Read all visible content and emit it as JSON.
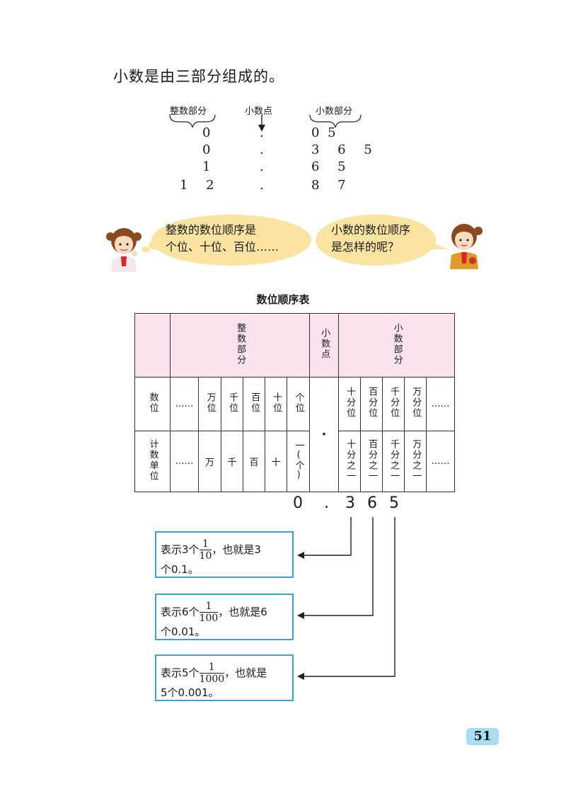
{
  "intro": "小数是由三部分组成的。",
  "anatomy": {
    "integer_label": "整数部分",
    "point_label": "小数点",
    "fraction_label": "小数部分",
    "rows": [
      {
        "int": "0",
        "pt": ".",
        "frac": "0 5"
      },
      {
        "int": "0",
        "pt": ".",
        "frac": "3 6 5"
      },
      {
        "int": "1",
        "pt": ".",
        "frac": "6 5"
      },
      {
        "int": "1 2",
        "pt": ".",
        "frac": "8 7"
      }
    ]
  },
  "bubbles": {
    "left": [
      "整数的数位顺序是",
      "个位、十位、百位……"
    ],
    "right": [
      "小数的数位顺序",
      "是怎样的呢？"
    ]
  },
  "table": {
    "title": "数位顺序表",
    "header_integer": "整数部分",
    "header_point": "小数点",
    "header_fraction": "小数部分",
    "row1_label": "数位",
    "row2_label": "计数单位",
    "ellipsis": "……",
    "digit_places": [
      "万位",
      "千位",
      "百位",
      "十位",
      "个位"
    ],
    "counting_units": [
      "万",
      "千",
      "百",
      "十",
      "一(个)"
    ],
    "decimal_places": [
      "十分位",
      "百分位",
      "千分位",
      "万分位"
    ],
    "decimal_units": [
      "十分之一",
      "百分之一",
      "千分之一",
      "万分之一"
    ],
    "point_symbol": "·"
  },
  "example": {
    "d0": "0",
    "pt": ".",
    "d1": "3",
    "d2": "6",
    "d3": "5"
  },
  "boxes": [
    {
      "pre": "表示3个",
      "num": "1",
      "den": "10",
      "post": "，也就是3",
      "line2": "个0.1。"
    },
    {
      "pre": "表示6个",
      "num": "1",
      "den": "100",
      "post": "，也就是6",
      "line2": "个0.01。"
    },
    {
      "pre": "表示5个",
      "num": "1",
      "den": "1000",
      "post": "，也就是",
      "line2": "5个0.001。"
    }
  ],
  "page_number": "51",
  "colors": {
    "bubble": "#fbe3a2",
    "table_header": "#f9e3ef",
    "box_border": "#38a5d8",
    "page_badge": "#a9dcf1"
  }
}
